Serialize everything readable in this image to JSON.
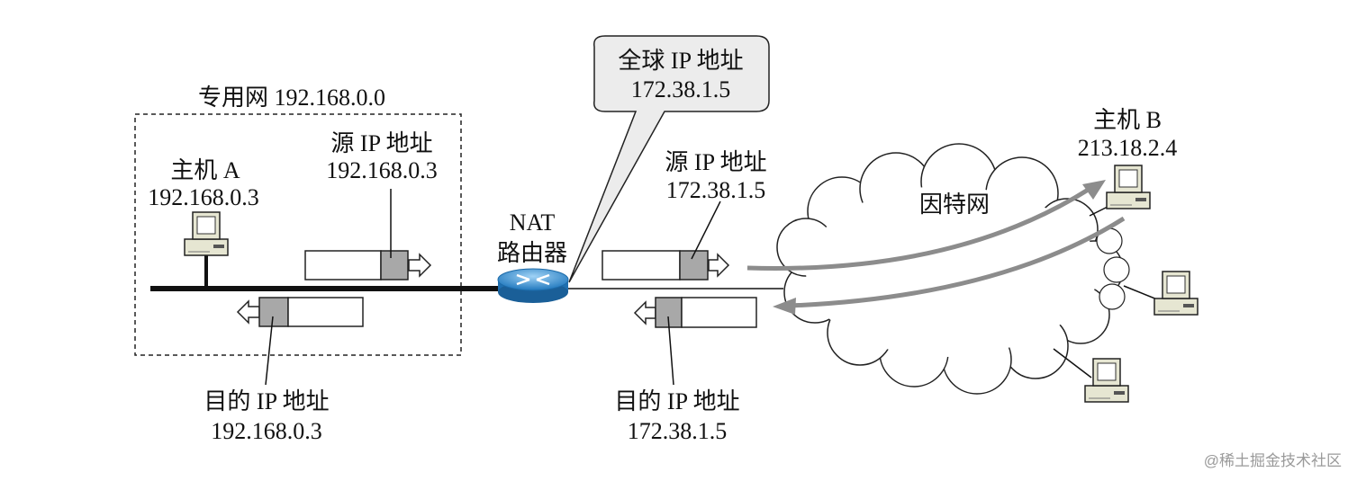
{
  "private_net": {
    "label": "专用网 192.168.0.0"
  },
  "host_a": {
    "name": "主机 A",
    "ip": "192.168.0.3"
  },
  "left_source": {
    "title": "源 IP 地址",
    "ip": "192.168.0.3"
  },
  "left_dest": {
    "title": "目的 IP 地址",
    "ip": "192.168.0.3"
  },
  "router": {
    "line1": "NAT",
    "line2": "路由器"
  },
  "global_ip": {
    "title": "全球 IP 地址",
    "ip": "172.38.1.5"
  },
  "right_source": {
    "title": "源 IP 地址",
    "ip": "172.38.1.5"
  },
  "right_dest": {
    "title": "目的 IP 地址",
    "ip": "172.38.1.5"
  },
  "internet": {
    "label": "因特网"
  },
  "host_b": {
    "name": "主机 B",
    "ip": "213.18.2.4"
  },
  "watermark": "@稀土掘金技术社区",
  "colors": {
    "line": "#111111",
    "header_gray": "#a8a8a8",
    "arrow_gray": "#8c8c8c",
    "callout_fill": "#ececec",
    "router_blue": "#3a8fd0"
  }
}
